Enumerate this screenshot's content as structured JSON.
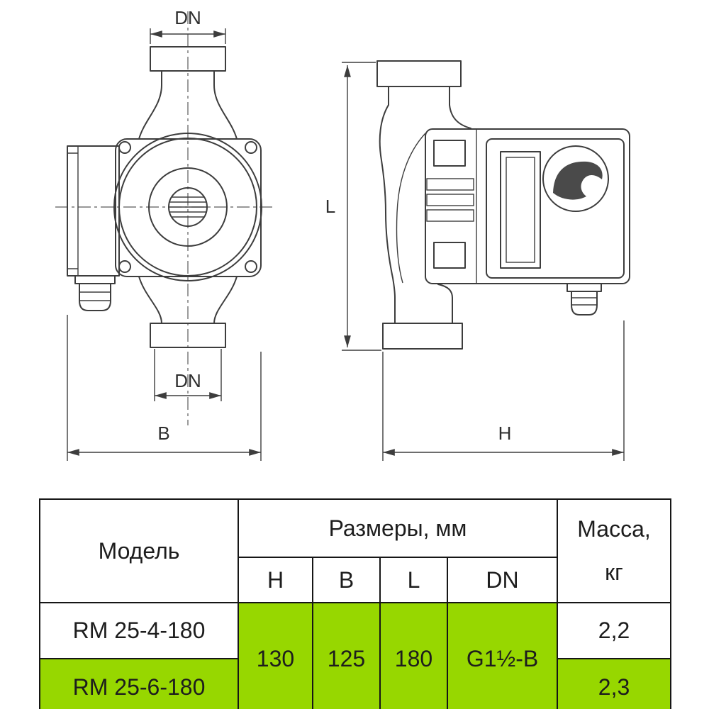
{
  "drawing": {
    "dimension_labels": {
      "dn_top": "DN",
      "dn_bottom": "DN",
      "width_b": "B",
      "length_l": "L",
      "height_h": "H"
    }
  },
  "table": {
    "model_header": "Модель",
    "sizes_header": "Размеры, мм",
    "mass_header_line1": "Масса,",
    "mass_header_line2": "кг",
    "dim_columns": [
      "H",
      "B",
      "L",
      "DN"
    ],
    "values": {
      "H": "130",
      "B": "125",
      "L": "180",
      "DN": "G1½-B"
    },
    "rows": [
      {
        "model": "RM 25-4-180",
        "mass": "2,2",
        "highlighted": false
      },
      {
        "model": "RM 25-6-180",
        "mass": "2,3",
        "highlighted": true
      }
    ],
    "highlight_color": "#97d700",
    "border_color": "#161616"
  }
}
